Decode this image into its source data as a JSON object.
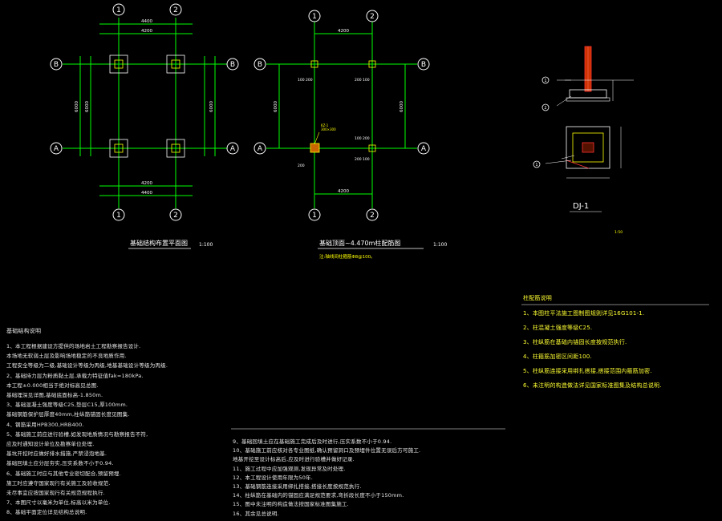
{
  "plans": {
    "left_title": "基础结构布置平面图",
    "left_scale": "1:100",
    "right_title": "基础顶面~4.470m柱配筋图",
    "right_scale": "1:100",
    "right_subnote": "注:轴线间柱箍筋Φ8@100。",
    "axis_1": "1",
    "axis_2": "2",
    "axis_A": "A",
    "axis_B": "B",
    "dim_4400": "4400",
    "dim_4200": "4200",
    "dim_6000": "6000",
    "dim_100": "100"
  },
  "detail": {
    "label": "DJ-1",
    "scale": "1:50",
    "mark_1": "1",
    "mark_2": "2"
  },
  "notes_left": {
    "heading": "基础结构说明",
    "lines": [
      "1、本工程根据建设方提供的场地岩土工程勘察报告设计.",
      "   本场地无软弱土层及影响场地稳定的不良地质作用.",
      "   工程安全等级为二级,基础设计等级为丙级,地基基础设计等级为丙级.",
      "2、基础持力层为粉质黏土层,承载力特征值fak=180kPa.",
      "   本工程±0.000相当于绝对标高见总图.",
      "   基础埋深见详图,基础底面标高-1.850m.",
      "3、基础混凝土强度等级C25,垫层C15,厚100mm.",
      "   基础钢筋保护层厚度40mm,柱纵筋锚固长度见图集.",
      "4、钢筋采用HPB300,HRB400.",
      "5、基础施工前应进行验槽,如发现地质情况与勘察报告不符,",
      "   应及时通知设计单位及勘察单位处理.",
      "   基坑开挖时应做好排水措施,严禁浸泡地基.",
      "   基础回填土应分层夯实,压实系数不小于0.94.",
      "6、基础施工时应与其他专业密切配合,预留预埋.",
      "   施工时应遵守国家现行有关施工及验收规范.",
      "   未尽事宜应按国家现行有关规范规程执行.",
      "7、本图尺寸以毫米为单位,标高以米为单位.",
      "8、基础平面定位详见结构总说明."
    ]
  },
  "notes_mid": {
    "lines": [
      "9、基础回填土应在基础施工完成后及时进行,压实系数不小于0.94.",
      "10、基础施工前应核对各专业图纸,确认预留洞口及预埋件位置无误后方可施工.",
      "   地基开挖至设计标高后,应及时进行验槽并做好记录.",
      "11、施工过程中应加强观测,发现异常及时处理.",
      "12、本工程设计使用年限为50年.",
      "13、基础钢筋连接采用绑扎搭接,搭接长度按规范执行.",
      "14、柱纵筋在基础内的锚固应满足规范要求,弯折段长度不小于150mm.",
      "15、图中未注明的构造做法按国家标准图集施工.",
      "16、其余见总说明."
    ]
  },
  "notes_right": {
    "heading": "柱配筋说明",
    "lines": [
      "1、本图柱平法施工图制图规则详见16G101-1.",
      "2、柱混凝土强度等级C25.",
      "3、柱纵筋在基础内锚固长度按规范执行.",
      "4、柱箍筋加密区间距100.",
      "5、柱纵筋连接采用绑扎搭接,搭接范围内箍筋加密.",
      "6、未注明的构造做法详见国家标准图集及结构总说明."
    ]
  }
}
